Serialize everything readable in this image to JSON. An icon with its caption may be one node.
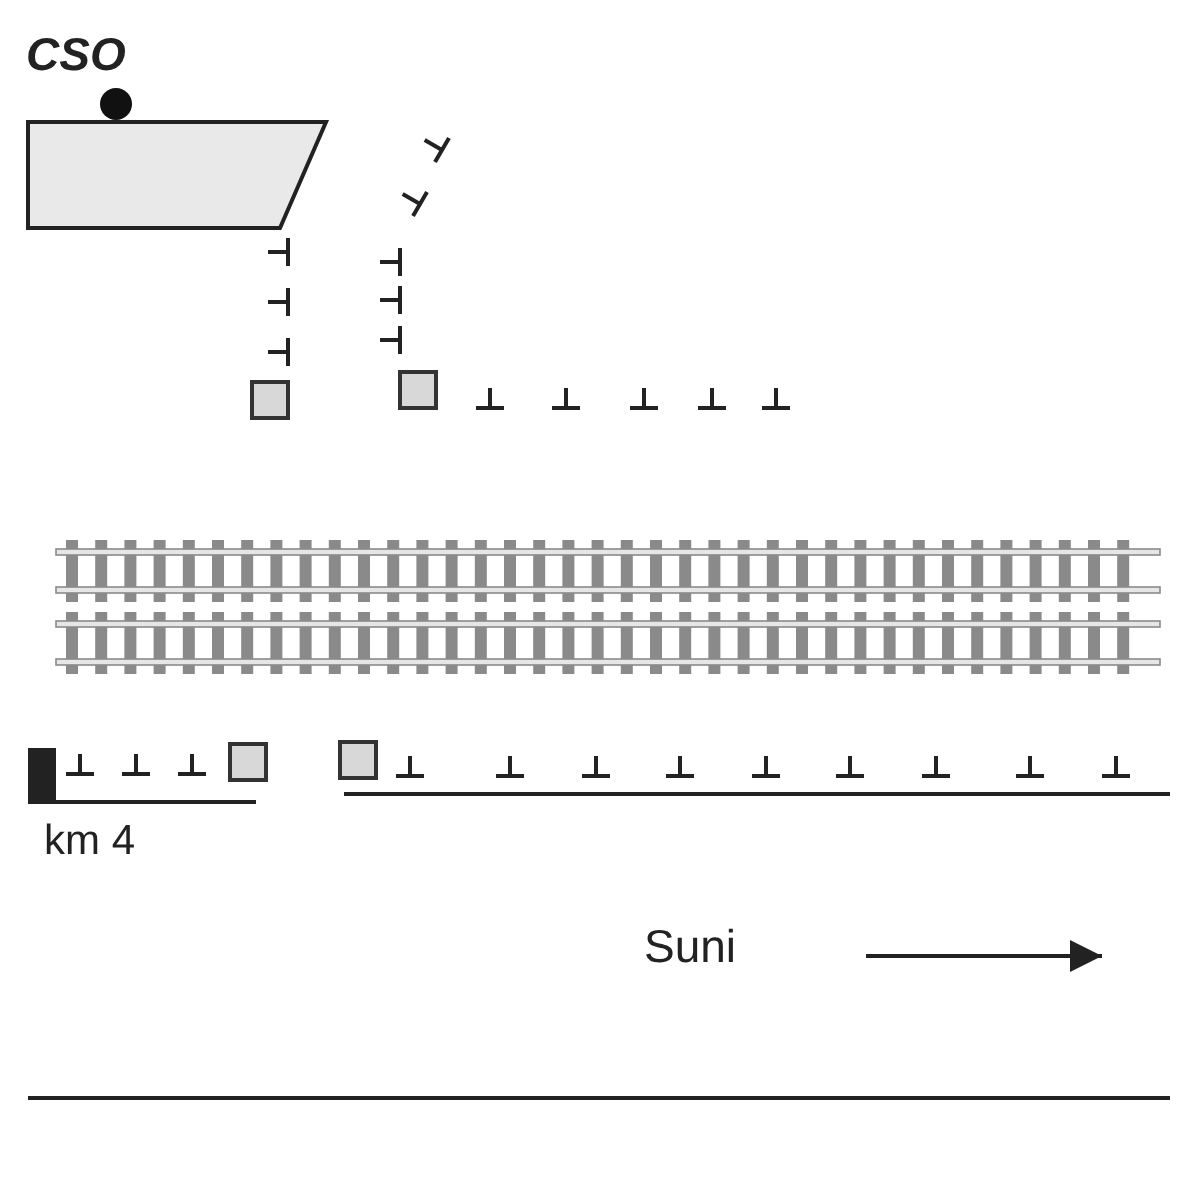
{
  "diagram": {
    "labels": [
      "CSO",
      "km 4",
      "Suni"
    ]
  }
}
